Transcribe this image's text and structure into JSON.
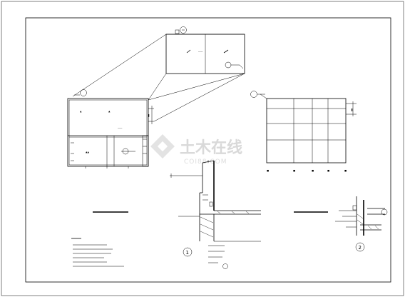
{
  "sheet": {
    "callout_numbers": {
      "detail_1": "1",
      "detail_2": "2"
    }
  },
  "watermark": {
    "brand_cn": "土木在线",
    "brand_en": "COI88.COM"
  }
}
